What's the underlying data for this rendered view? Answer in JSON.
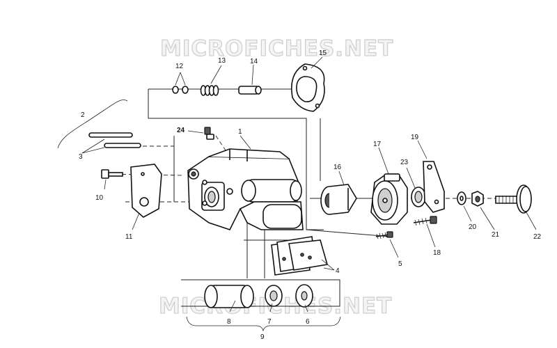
{
  "watermark": {
    "top": "MICROFICHES.NET",
    "bottom": "MICROFICHES.NET"
  },
  "callouts": {
    "c1": "1",
    "c2": "2",
    "c3": "3",
    "c4": "4",
    "c5": "5",
    "c6": "6",
    "c7": "7",
    "c8": "8",
    "c9": "9",
    "c10": "10",
    "c11": "11",
    "c12": "12",
    "c13": "13",
    "c14": "14",
    "c15": "15",
    "c16": "16",
    "c17": "17",
    "c18": "18",
    "c19": "19",
    "c20": "20",
    "c21": "21",
    "c22": "22",
    "c23": "23",
    "c24": "24"
  }
}
